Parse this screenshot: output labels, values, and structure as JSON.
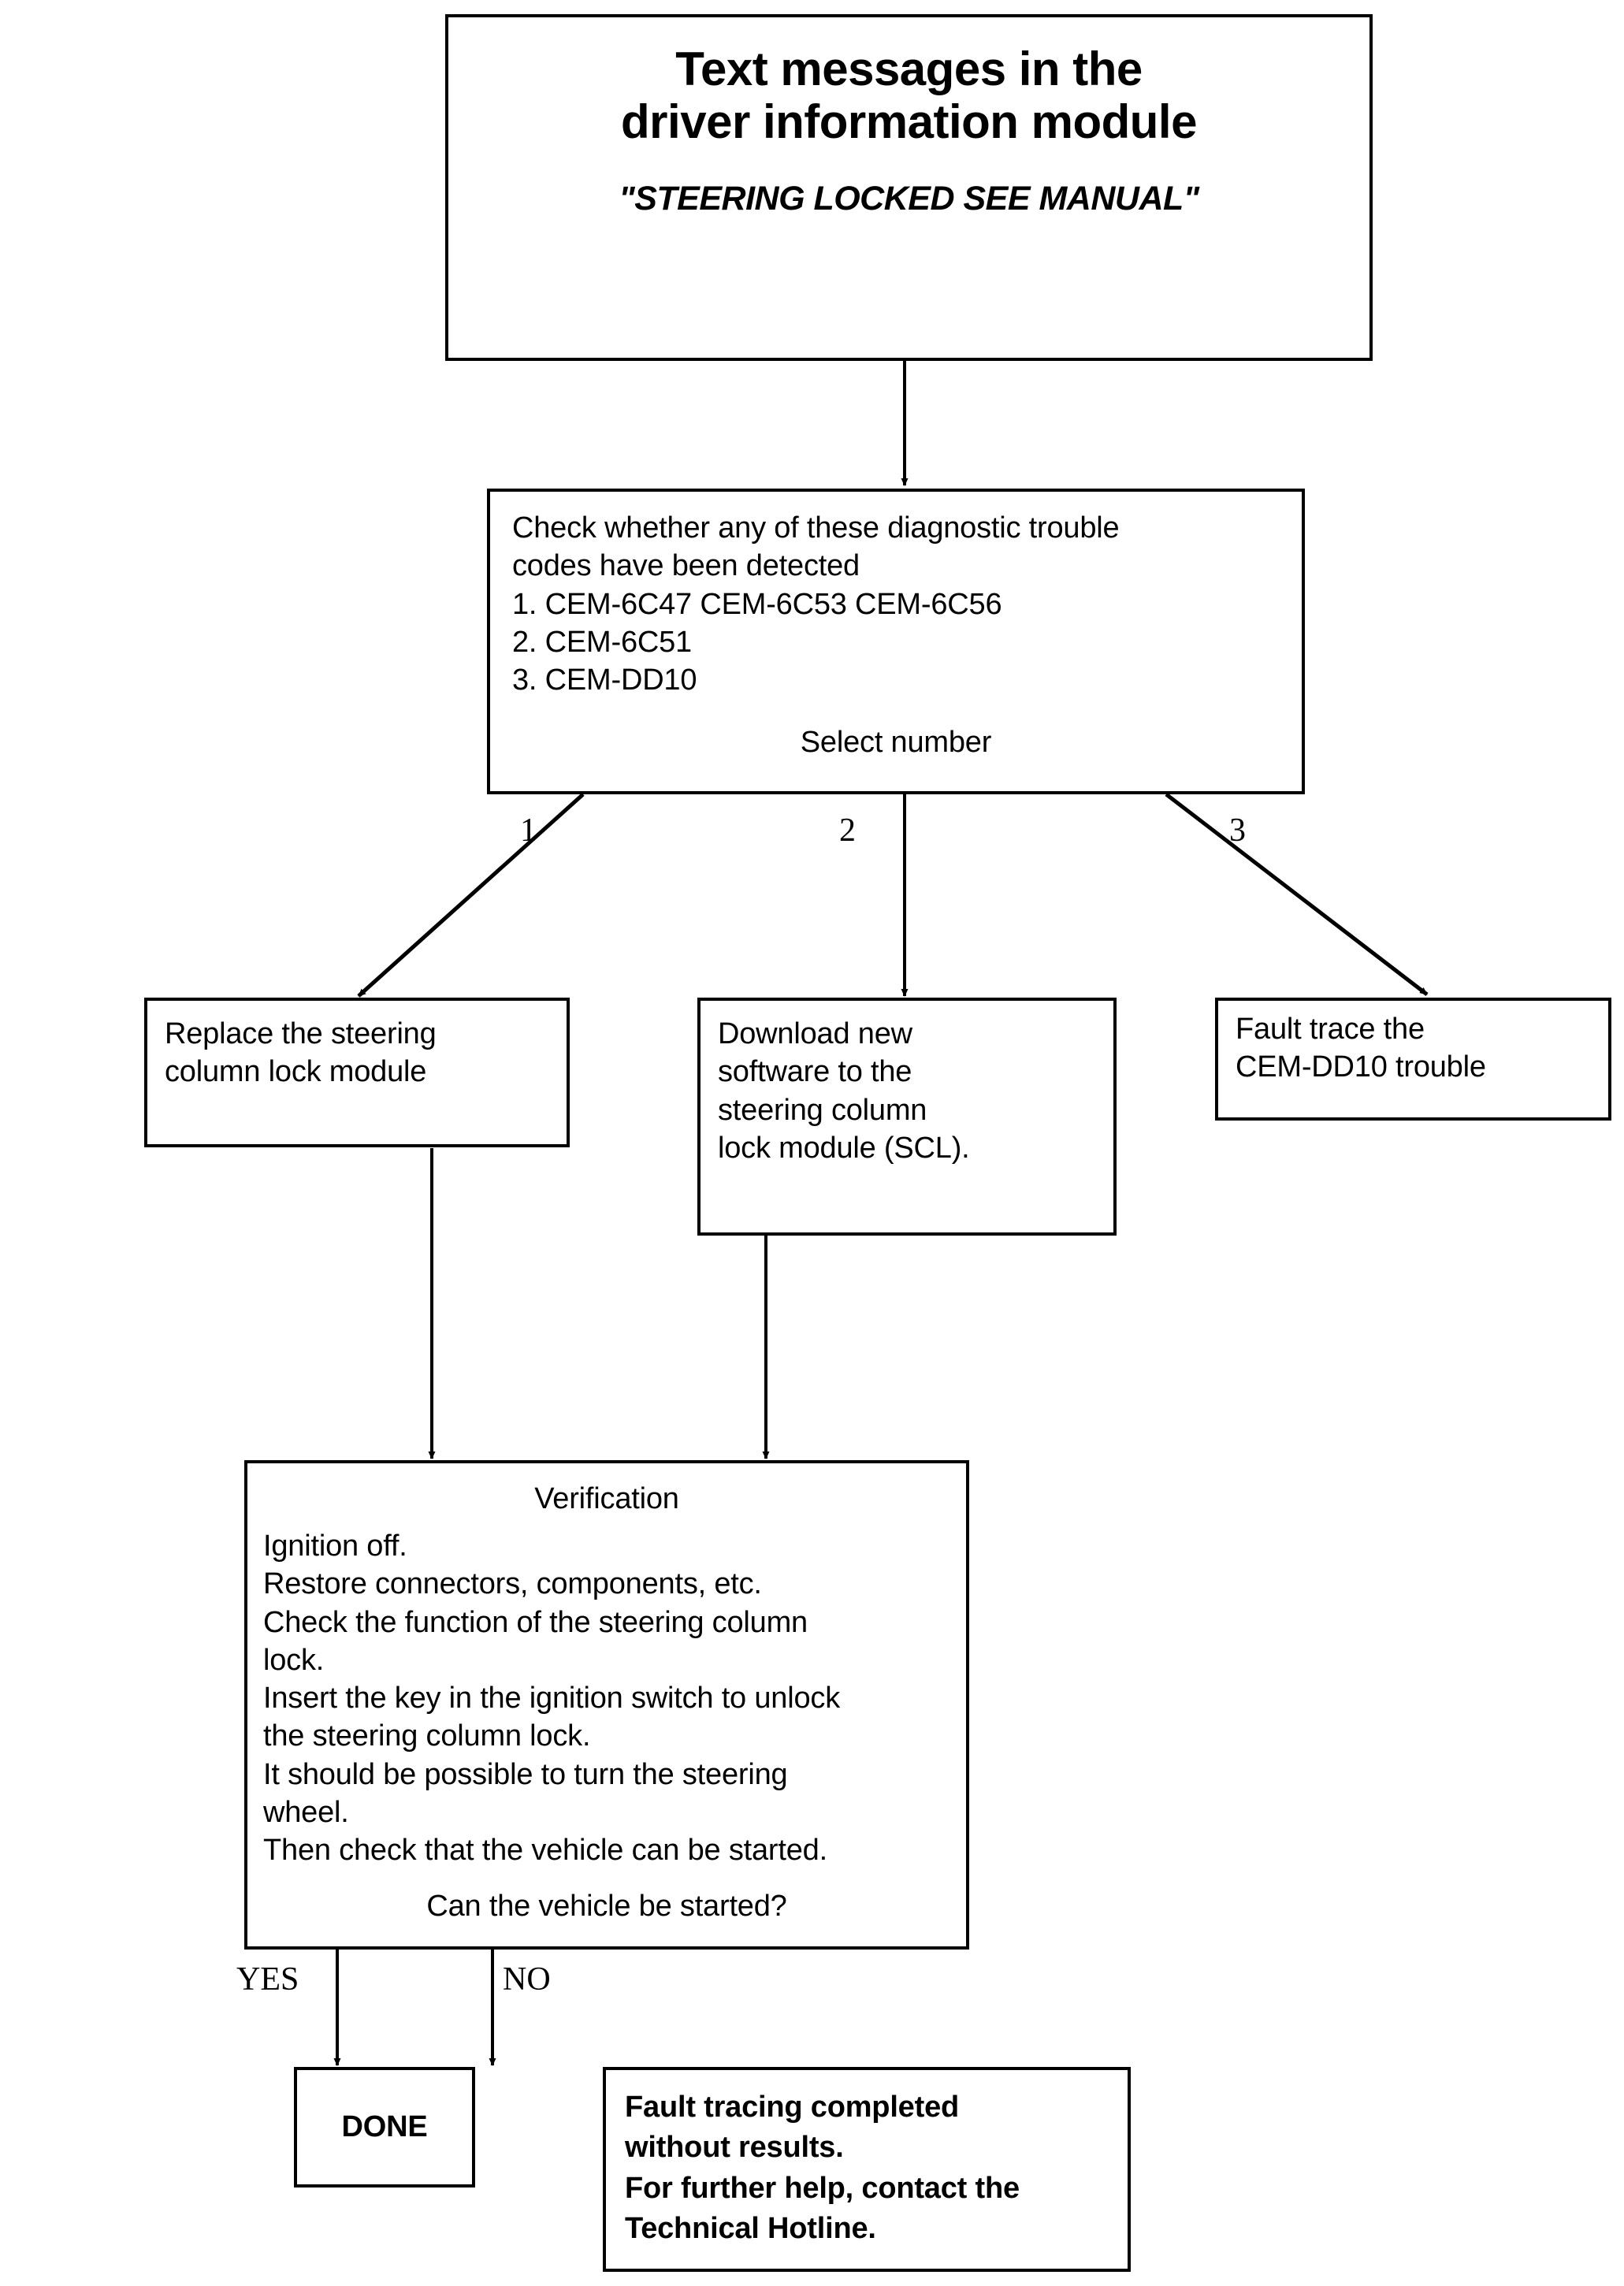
{
  "diagram": {
    "type": "flowchart",
    "title_box": {
      "title_line1": "Text messages in the",
      "title_line2": "driver information module",
      "subtitle": "\"STEERING LOCKED SEE MANUAL\""
    },
    "decision_codes": {
      "prompt_line1": "Check whether any of these diagnostic trouble",
      "prompt_line2": "codes have been detected",
      "option1": "1. CEM-6C47 CEM-6C53 CEM-6C56",
      "option2": "2. CEM-6C51",
      "option3": "3. CEM-DD10",
      "select_prompt": "Select number"
    },
    "branch_labels": {
      "one": "1",
      "two": "2",
      "three": "3",
      "yes": "YES",
      "no": "NO"
    },
    "action_replace": {
      "line1": "Replace the steering",
      "line2": "column lock module"
    },
    "action_download": {
      "line1": "Download new",
      "line2": "software to the",
      "line3": "steering column",
      "line4": "lock module (SCL)."
    },
    "action_fault_trace": {
      "line1": "Fault trace the",
      "line2": "CEM-DD10 trouble"
    },
    "verification": {
      "heading": "Verification",
      "line1": "Ignition off.",
      "line2": "Restore connectors, components, etc.",
      "line3": "Check the function of the steering column",
      "line4": "lock.",
      "line5": "Insert the key in the ignition switch to unlock",
      "line6": "the steering column lock.",
      "line7": "It should be possible to turn the steering",
      "line8": "wheel.",
      "line9": "Then check that the vehicle can be started.",
      "question": "Can the vehicle be started?"
    },
    "terminal_done": {
      "label": "DONE"
    },
    "terminal_hotline": {
      "line1": "Fault tracing completed",
      "line2": "without results.",
      "line3": "For further help, contact the",
      "line4": "Technical Hotline."
    },
    "colors": {
      "stroke": "#000000",
      "background": "#ffffff",
      "text": "#000000"
    }
  }
}
